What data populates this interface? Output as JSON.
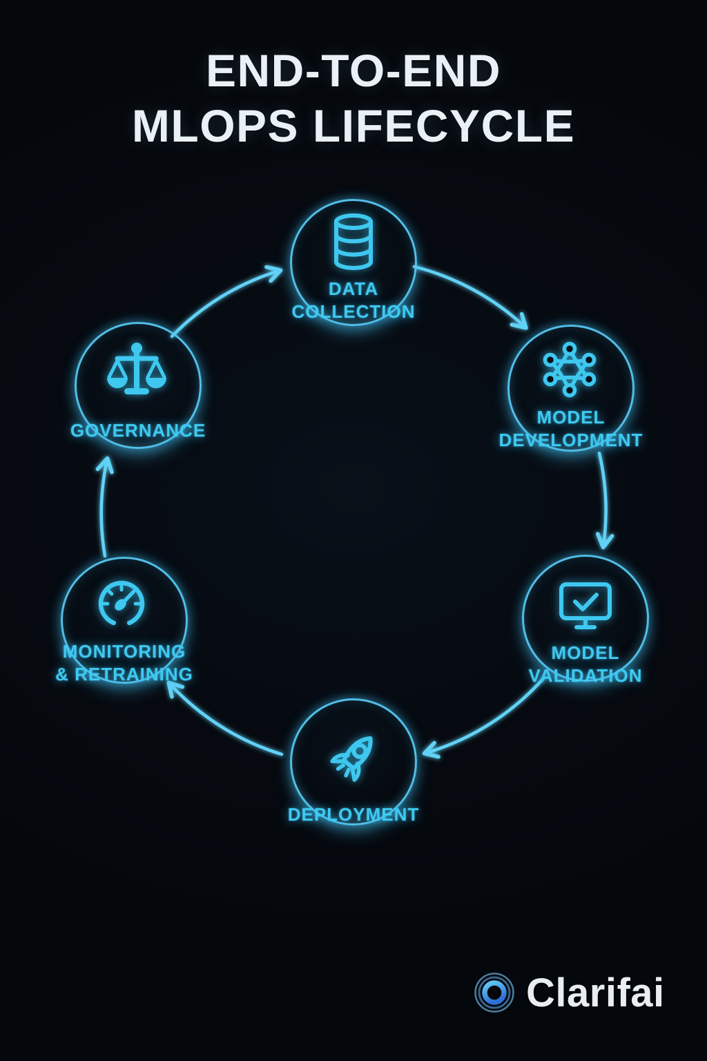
{
  "title": {
    "line1": "END-TO-END",
    "line2": "MLOPS LIFECYCLE"
  },
  "stages": [
    {
      "id": "data-collection",
      "icon": "database-icon",
      "line1": "DATA",
      "line2": "COLLECTION"
    },
    {
      "id": "model-development",
      "icon": "neural-network-icon",
      "line1": "MODEL",
      "line2": "DEVELOPMENT"
    },
    {
      "id": "model-validation",
      "icon": "monitor-check-icon",
      "line1": "MODEL",
      "line2": "VALIDATION"
    },
    {
      "id": "deployment",
      "icon": "rocket-icon",
      "line1": "DEPLOYMENT"
    },
    {
      "id": "monitoring-retraining",
      "icon": "gauge-icon",
      "line1": "MONITORING",
      "line2": "& RETRAINING"
    },
    {
      "id": "governance",
      "icon": "scales-icon",
      "line1": "GOVERNANCE"
    }
  ],
  "flow": {
    "direction": "clockwise",
    "connections": [
      {
        "from": "data-collection",
        "to": "model-development"
      },
      {
        "from": "model-development",
        "to": "model-validation"
      },
      {
        "from": "model-validation",
        "to": "deployment"
      },
      {
        "from": "deployment",
        "to": "monitoring-retraining"
      },
      {
        "from": "monitoring-retraining",
        "to": "governance"
      },
      {
        "from": "governance",
        "to": "data-collection"
      }
    ]
  },
  "brand": {
    "name": "Clarifai",
    "logo": "clarifai-rings-icon"
  },
  "colors": {
    "background": "#05080d",
    "accent_cyan": "#3FC9F1",
    "ring_stroke": "#56C8F2",
    "arrow": "#62D2F6",
    "title_text": "#E9F1F6",
    "brand_text": "#E7EDF1",
    "logo_ring_bright": "#58C3F2",
    "logo_ring_deep": "#2E6FD6",
    "logo_ring_muted": "#4B7C9E"
  }
}
